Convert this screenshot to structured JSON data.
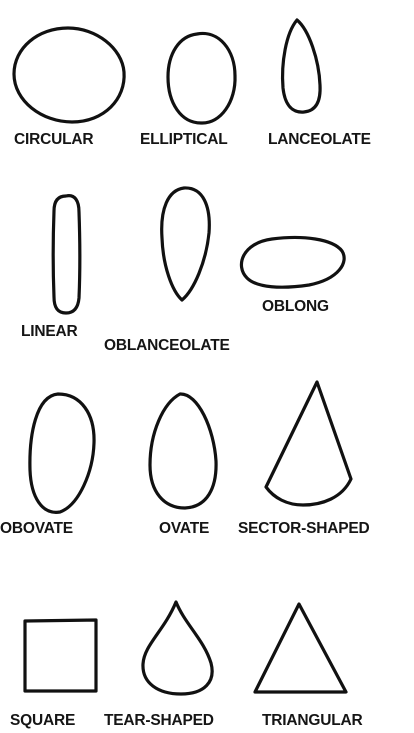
{
  "shapes": [
    {
      "id": "circular",
      "label": "CIRCULAR"
    },
    {
      "id": "elliptical",
      "label": "ELLIPTICAL"
    },
    {
      "id": "lanceolate",
      "label": "LANCEOLATE"
    },
    {
      "id": "linear",
      "label": "LINEAR"
    },
    {
      "id": "oblanceolate",
      "label": "OBLANCEOLATE"
    },
    {
      "id": "oblong",
      "label": "OBLONG"
    },
    {
      "id": "obovate",
      "label": "OBOVATE"
    },
    {
      "id": "ovate",
      "label": "OVATE"
    },
    {
      "id": "sector-shaped",
      "label": "SECTOR-SHAPED"
    },
    {
      "id": "square",
      "label": "SQUARE"
    },
    {
      "id": "tear-shaped",
      "label": "TEAR-SHAPED"
    },
    {
      "id": "triangular",
      "label": "TRIANGULAR"
    }
  ]
}
